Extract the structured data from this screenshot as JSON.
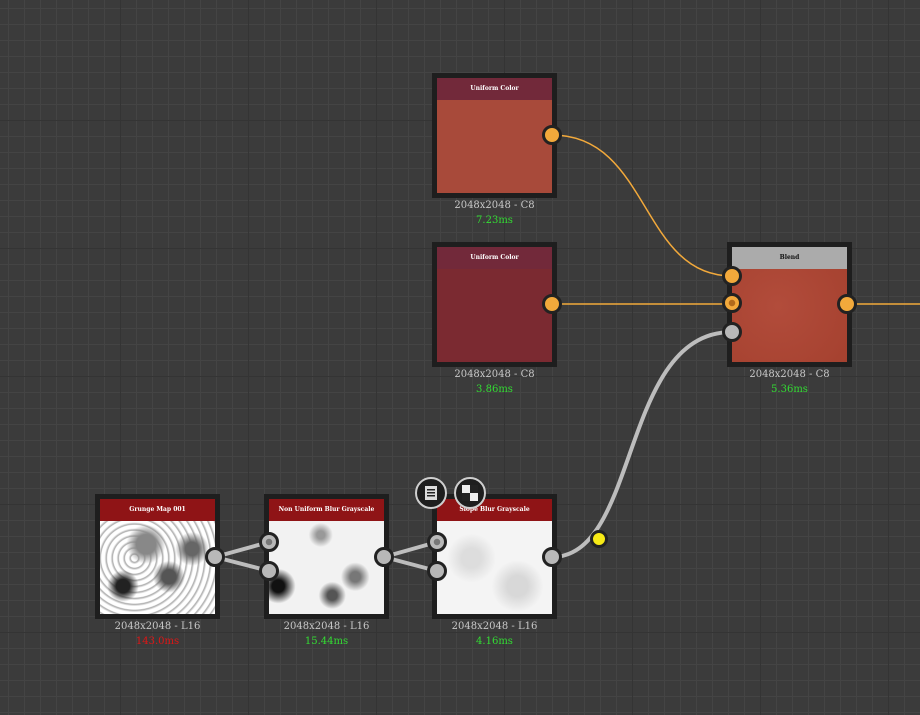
{
  "colors": {
    "orange": "#f2a93b",
    "grey_port": "#b8b8b8",
    "yellow": "#f7ea16",
    "time_ok": "#33dd33",
    "time_slow": "#e01515"
  },
  "nodes": [
    {
      "title": "Uniform Color",
      "format": "2048x2048 - C8",
      "time": "7.23ms"
    },
    {
      "title": "Uniform Color",
      "format": "2048x2048 - C8",
      "time": "3.86ms"
    },
    {
      "title": "Blend",
      "format": "2048x2048 - C8",
      "time": "5.36ms"
    },
    {
      "title": "Grunge Map 001",
      "format": "2048x2048 - L16",
      "time": "143.0ms"
    },
    {
      "title": "Non Uniform Blur Grayscale",
      "format": "2048x2048 - L16",
      "time": "15.44ms"
    },
    {
      "title": "Slope Blur Grayscale",
      "format": "2048x2048 - L16",
      "time": "4.16ms"
    }
  ],
  "node_icons": [
    "document-list-icon",
    "checker-preview-icon"
  ]
}
